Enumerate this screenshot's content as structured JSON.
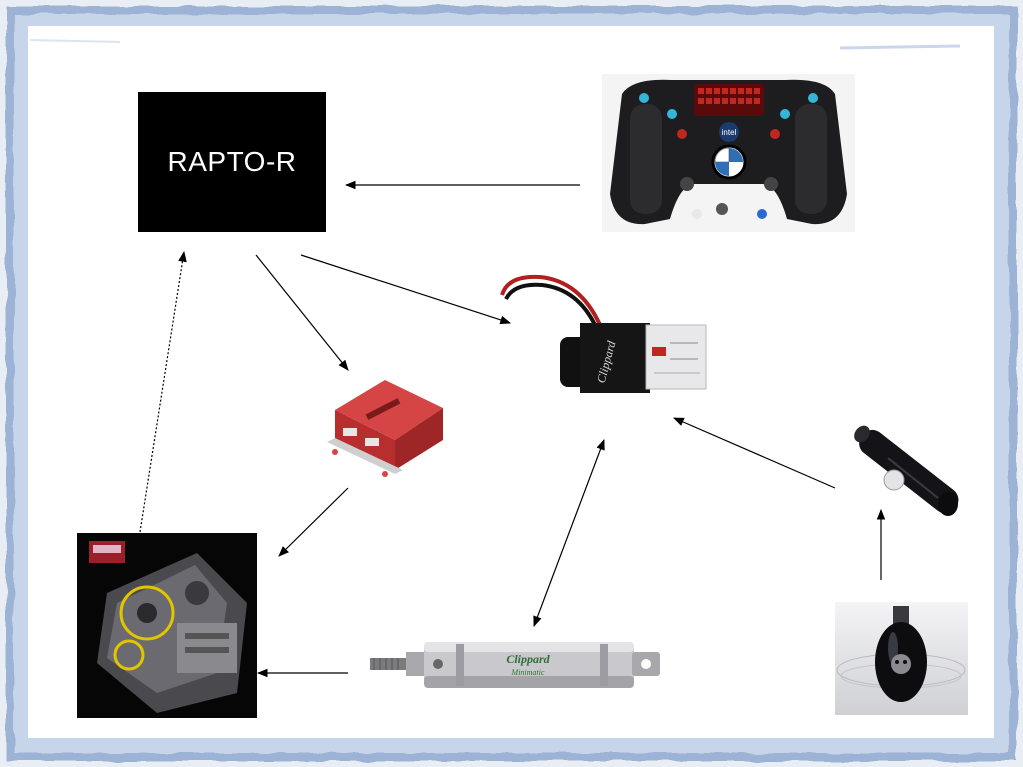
{
  "slide": {
    "main_node_label": "RAPTO-R",
    "border_color": "#8ea9cf",
    "background_color": "#ffffff"
  },
  "nodes": {
    "controller": {
      "label": "RAPTO-R"
    },
    "steering_wheel": {
      "icon": "steering-wheel-image",
      "brand_text": "intel"
    },
    "valve": {
      "icon": "solenoid-valve-image",
      "brand_text": "Clippard"
    },
    "ecu_box": {
      "icon": "red-electronic-box-image"
    },
    "engine": {
      "icon": "engine-image"
    },
    "cylinder": {
      "icon": "pneumatic-cylinder-image",
      "brand_text": "Clippard",
      "sub_text": "Minimatic"
    },
    "regulator": {
      "icon": "pressure-regulator-image"
    },
    "air_tank": {
      "icon": "air-tank-image"
    }
  }
}
